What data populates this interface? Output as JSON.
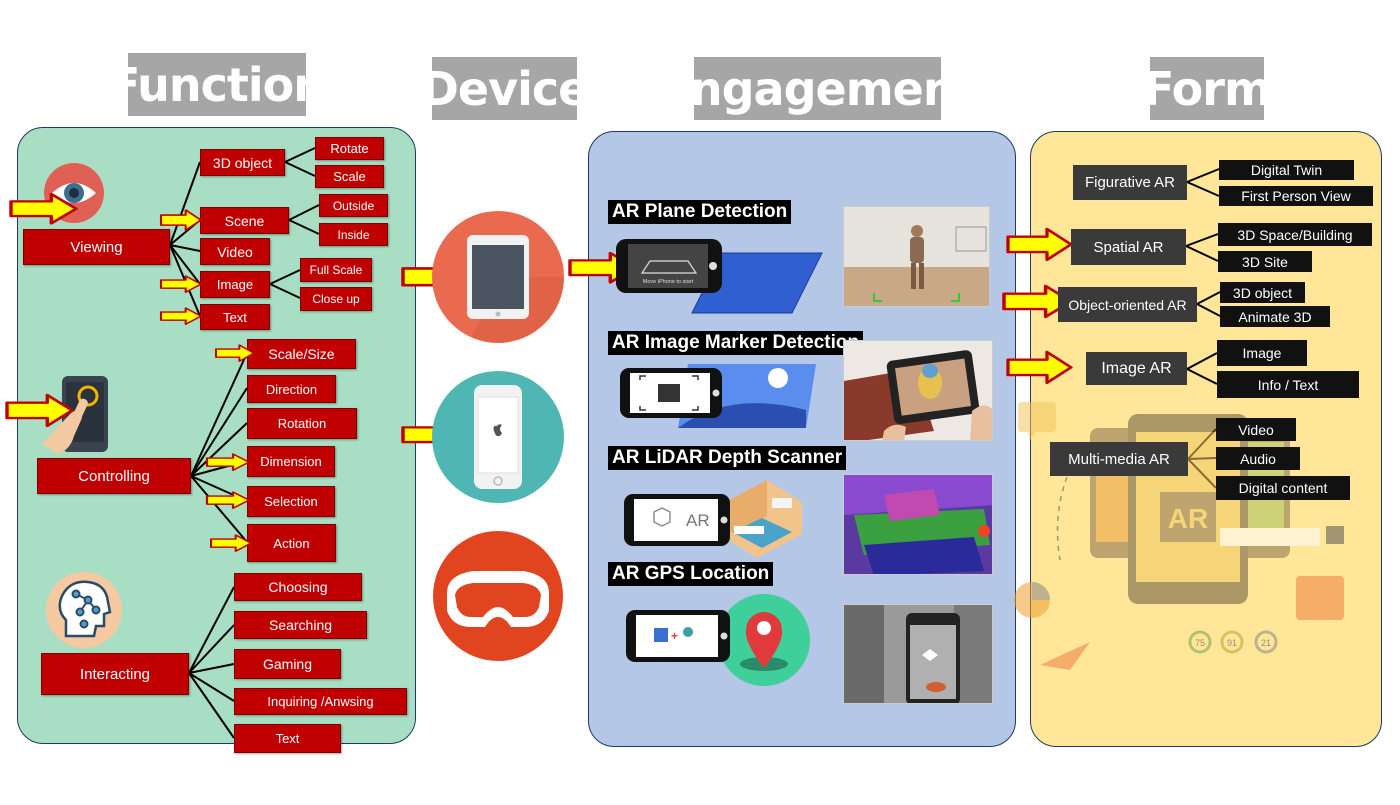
{
  "headers": {
    "function": "Function",
    "device": "Device",
    "engagement": "Engagement",
    "form": "Form"
  },
  "function": {
    "viewing": {
      "label": "Viewing",
      "object3d": "3D object",
      "rotate": "Rotate",
      "scale": "Scale",
      "scene": "Scene",
      "outside": "Outside",
      "inside": "Inside",
      "video": "Video",
      "image": "Image",
      "full_scale": "Full Scale",
      "close_up": "Close up",
      "text": "Text"
    },
    "controlling": {
      "label": "Controlling",
      "scale_size": "Scale/Size",
      "direction": "Direction",
      "rotation": "Rotation",
      "dimension": "Dimension",
      "selection": "Selection",
      "action": "Action"
    },
    "interacting": {
      "label": "Interacting",
      "choosing": "Choosing",
      "searching": "Searching",
      "gaming": "Gaming",
      "inquiring": "Inquiring /Anwsing",
      "text": "Text"
    }
  },
  "engagement": {
    "plane": "AR Plane Detection",
    "plane_hint": "Move iPhone to start",
    "marker": "AR Image Marker Detection",
    "lidar": "AR LiDAR Depth Scanner",
    "lidar_ar": "AR",
    "gps": "AR GPS Location"
  },
  "form": {
    "figurative": "Figurative  AR",
    "digital_twin": "Digital Twin",
    "first_person": "First Person View",
    "spatial": "Spatial AR",
    "space_building": "3D Space/Building",
    "site": "3D Site",
    "object_oriented": "Object-oriented AR",
    "object3d": "3D object",
    "animate": "Animate 3D",
    "image_ar": "Image AR",
    "image": "Image",
    "info_text": "Info / Text",
    "multimedia": "Multi-media AR",
    "video": "Video",
    "audio": "Audio",
    "digital_content": "Digital content",
    "bg_ar": "AR",
    "score1": "75",
    "score2": "91",
    "score3": "21"
  },
  "colors": {
    "function_panel": "#a8dfc4",
    "engagement_panel": "#b4c7e7",
    "form_panel": "#ffe699",
    "red_box": "#c00000",
    "arrow": "#ffff00"
  }
}
